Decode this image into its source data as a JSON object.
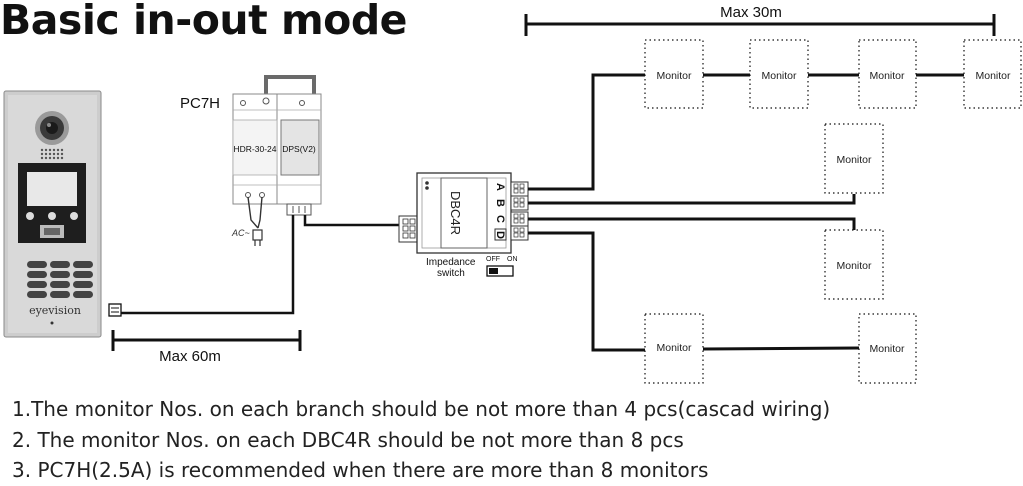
{
  "title": "Basic in-out mode",
  "labels": {
    "max30": "Max 30m",
    "max60": "Max 60m",
    "pc7h": "PC7H",
    "hdr": "HDR-30-24",
    "dps": "DPS(V2)",
    "ac": "AC~",
    "dbc4r": "DBC4R",
    "port_a": "A",
    "port_b": "B",
    "port_c": "C",
    "port_d": "D",
    "impedance_1": "Impedance",
    "impedance_2": "switch",
    "switch_off": "OFF",
    "switch_on": "ON",
    "brand": "eyevision"
  },
  "monitor_label": "Monitor",
  "monitors": [
    "Monitor",
    "Monitor",
    "Monitor",
    "Monitor",
    "Monitor",
    "Monitor",
    "Monitor",
    "Monitor"
  ],
  "notes": [
    "1.The monitor Nos. on each branch should be not more than 4 pcs(cascad wiring)",
    "2. The monitor Nos. on each DBC4R should be not more than 8 pcs",
    "3. PC7H(2.5A) is recommended when there are more than 8 monitors"
  ]
}
